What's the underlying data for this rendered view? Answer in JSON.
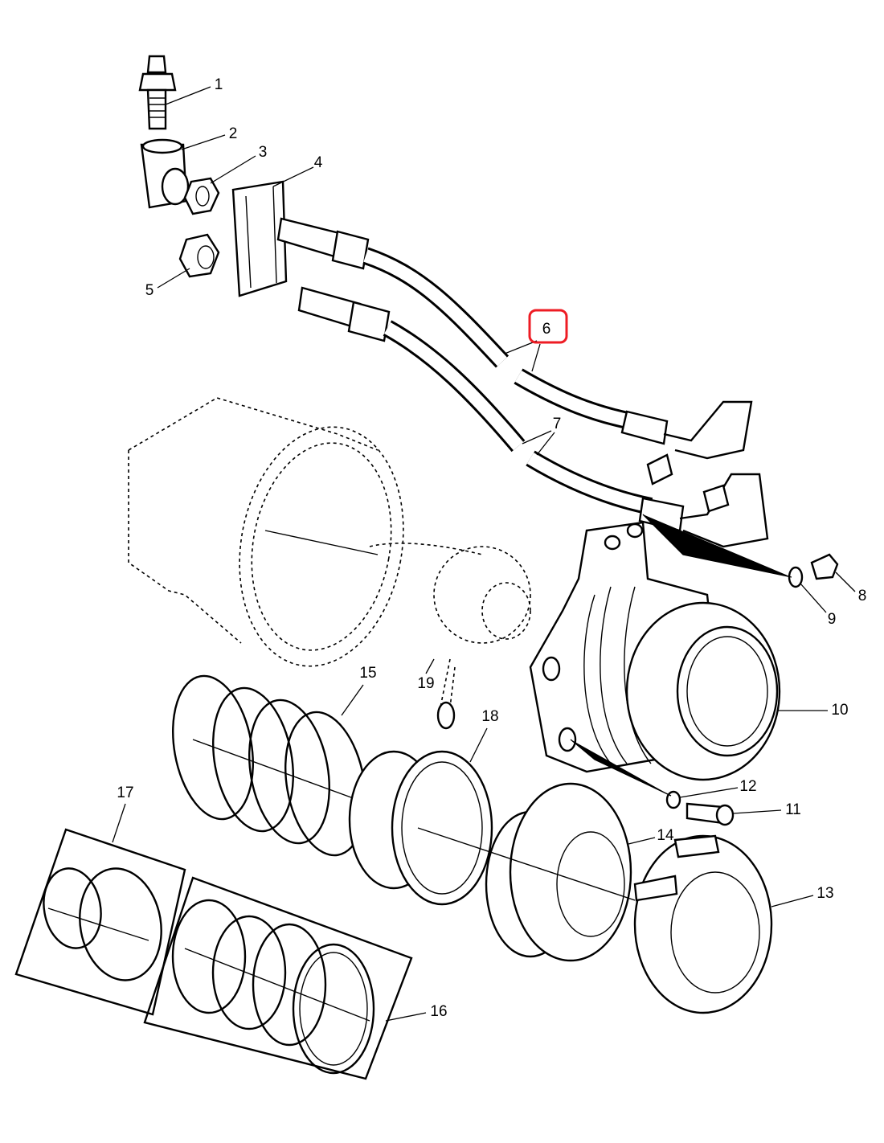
{
  "diagram": {
    "type": "exploded parts diagram",
    "callouts": [
      "1",
      "2",
      "3",
      "4",
      "5",
      "6",
      "7",
      "8",
      "9",
      "10",
      "11",
      "12",
      "13",
      "14",
      "15",
      "16",
      "17",
      "18",
      "19"
    ],
    "highlighted_callout": "6",
    "highlight_color": "#ee1c24"
  }
}
